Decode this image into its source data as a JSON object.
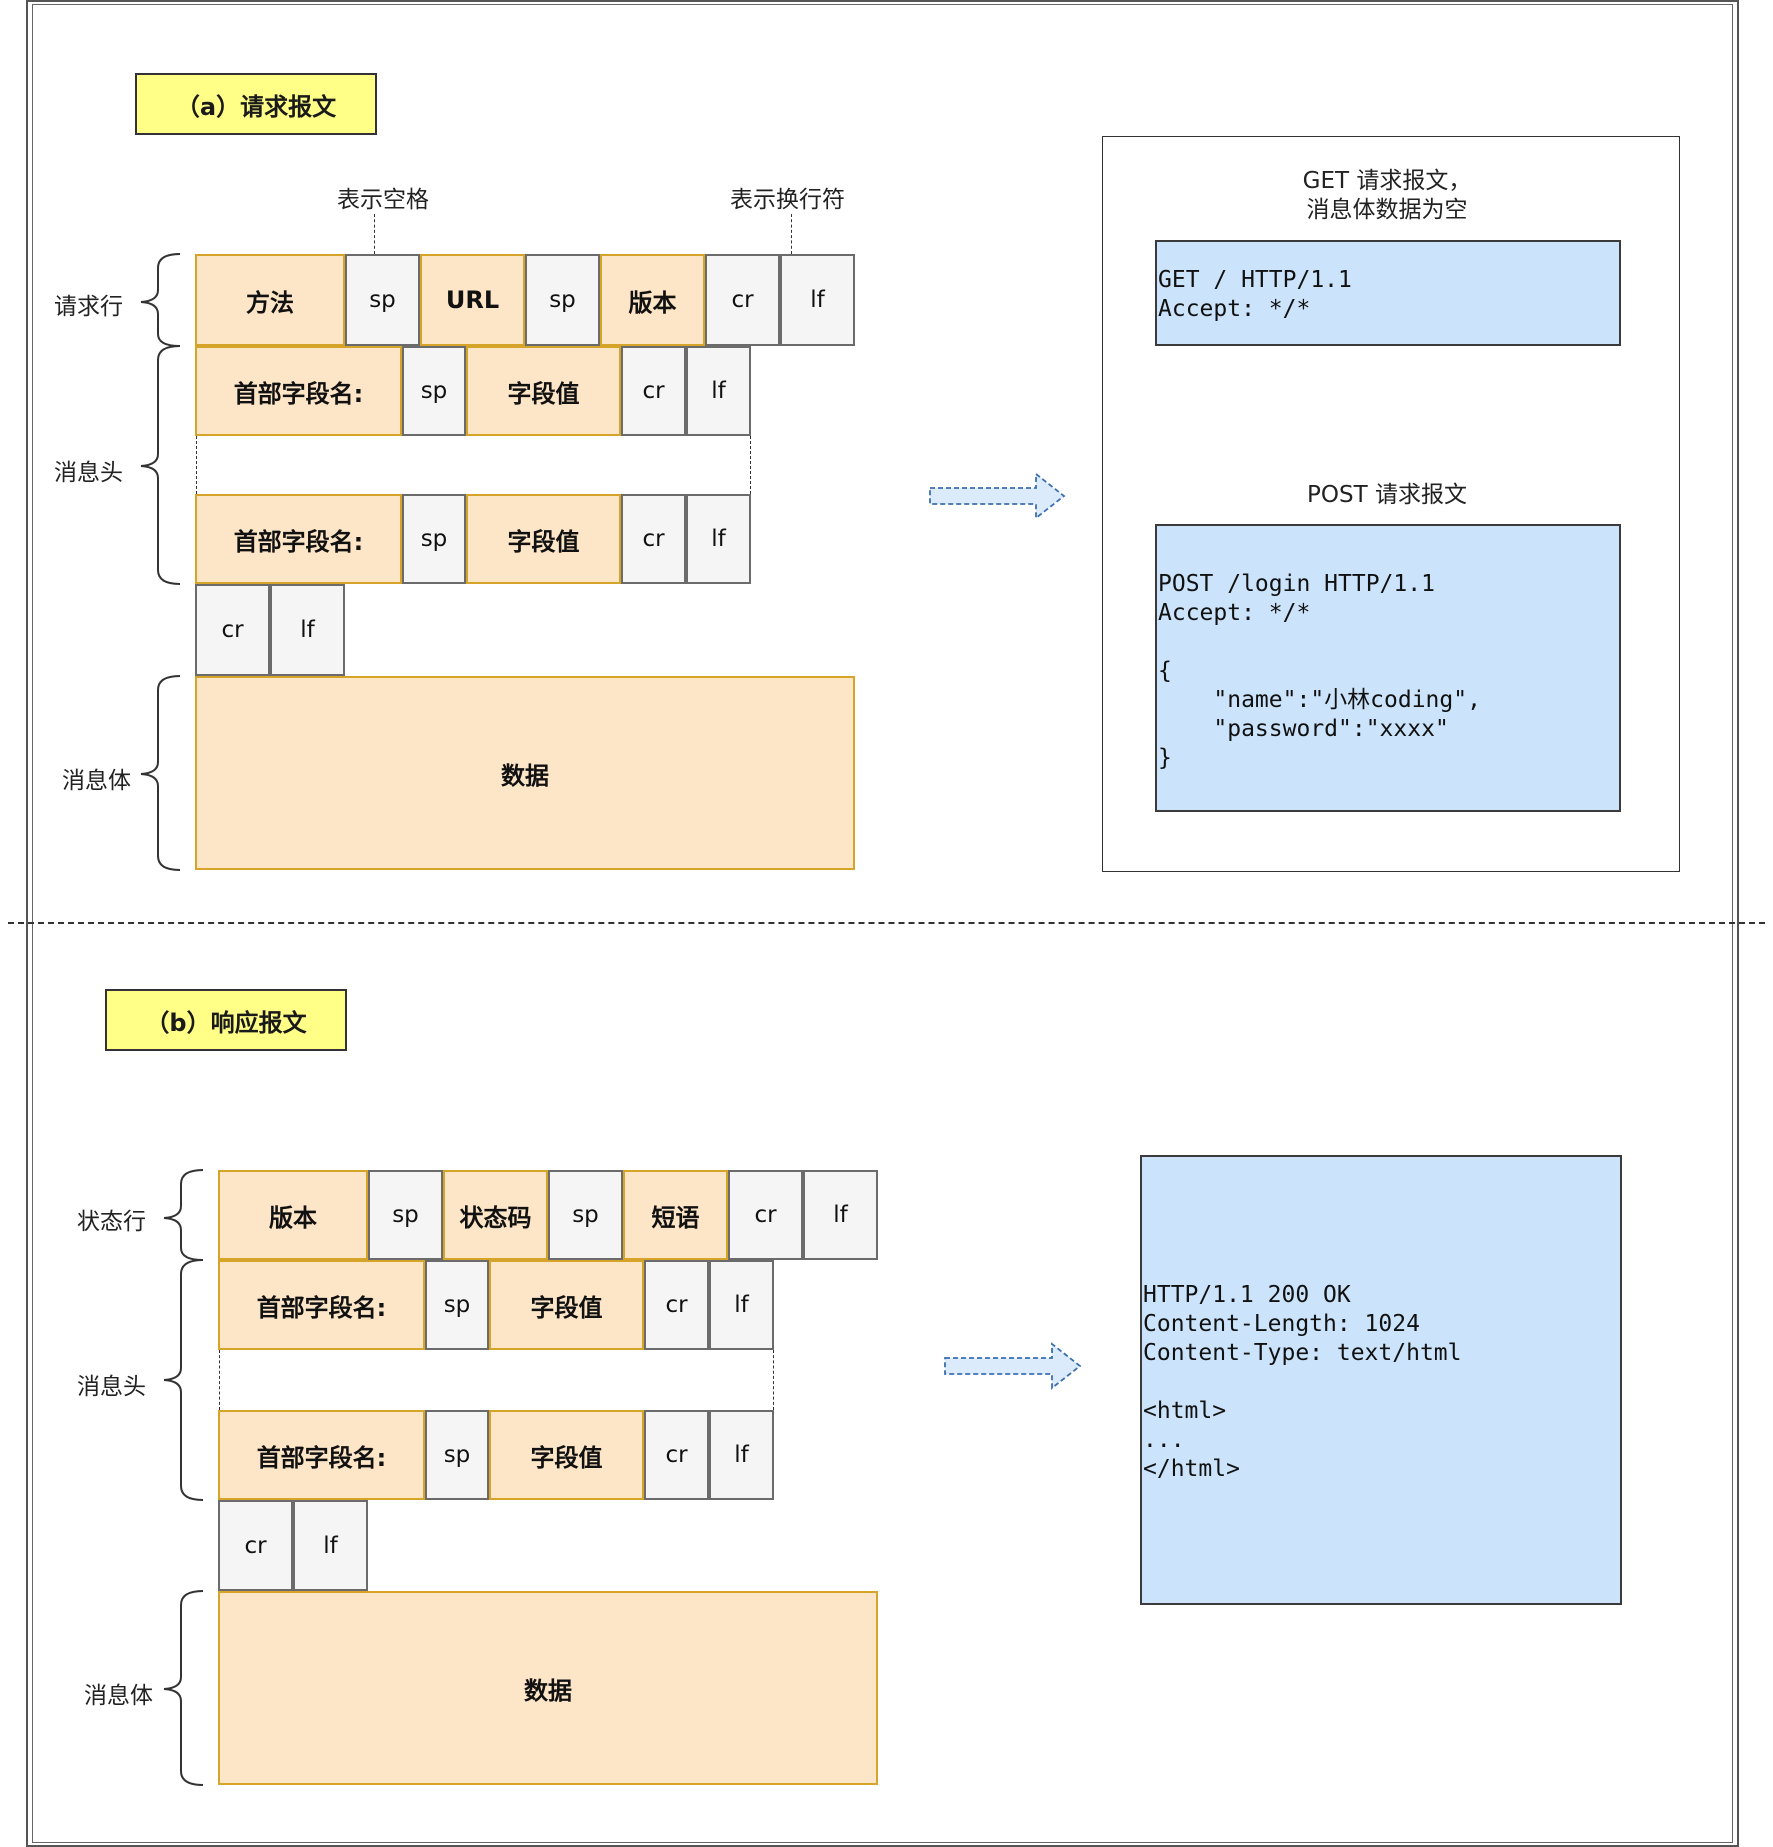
{
  "panel_a": {
    "title": "（a）请求报文",
    "note_space": "表示空格",
    "note_newline": "表示换行符",
    "labels": {
      "request_line": "请求行",
      "headers": "消息头",
      "body": "消息体"
    },
    "request_line": [
      "方法",
      "sp",
      "URL",
      "sp",
      "版本",
      "cr",
      "lf"
    ],
    "header_row": [
      "首部字段名:",
      "sp",
      "字段值",
      "cr",
      "lf"
    ],
    "end_row": [
      "cr",
      "lf"
    ],
    "body": "数据",
    "example_get_caption": [
      "GET 请求报文，",
      "消息体数据为空"
    ],
    "example_get_code": [
      "GET / HTTP/1.1",
      "Accept: */*"
    ],
    "example_post_caption": "POST 请求报文",
    "example_post_code": [
      "POST /login HTTP/1.1",
      "Accept: */*",
      "",
      "{",
      "    \"name\":\"小林coding\",",
      "    \"password\":\"xxxx\"",
      "}"
    ]
  },
  "panel_b": {
    "title": "（b）响应报文",
    "labels": {
      "status_line": "状态行",
      "headers": "消息头",
      "body": "消息体"
    },
    "status_line": [
      "版本",
      "sp",
      "状态码",
      "sp",
      "短语",
      "cr",
      "lf"
    ],
    "header_row": [
      "首部字段名:",
      "sp",
      "字段值",
      "cr",
      "lf"
    ],
    "end_row": [
      "cr",
      "lf"
    ],
    "body": "数据",
    "example_code": [
      "HTTP/1.1 200 OK",
      "Content-Length: 1024",
      "Content-Type: text/html",
      "",
      "<html>",
      "...",
      "</html>"
    ]
  },
  "colors": {
    "field_fill": "#fde5c8",
    "field_border": "#d6a429",
    "control_fill": "#f5f5f5",
    "control_border": "#6b6b6b",
    "title_fill": "#ffff88",
    "code_fill": "#cce4fb",
    "arrow_fill": "#dcebfb"
  }
}
